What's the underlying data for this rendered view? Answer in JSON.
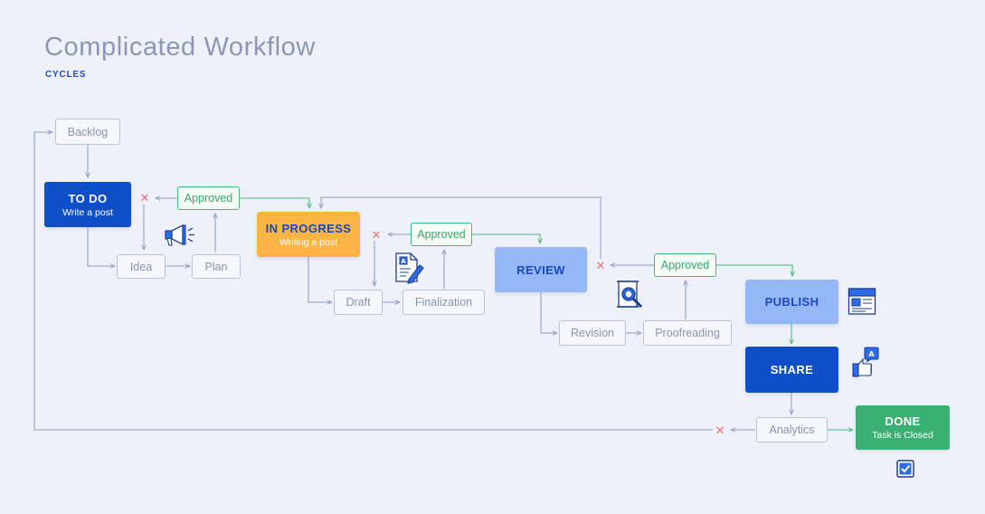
{
  "header": {
    "title": "Complicated Workflow",
    "subtitle": "CYCLES"
  },
  "stages": {
    "todo": {
      "label": "TO DO",
      "sublabel": "Write a post"
    },
    "in_progress": {
      "label": "IN PROGRESS",
      "sublabel": "Writing a post"
    },
    "review": {
      "label": "REVIEW"
    },
    "publish": {
      "label": "PUBLISH"
    },
    "share": {
      "label": "SHARE"
    },
    "done": {
      "label": "DONE",
      "sublabel": "Task is Closed"
    }
  },
  "steps": {
    "backlog": "Backlog",
    "idea": "Idea",
    "plan": "Plan",
    "draft": "Draft",
    "finalization": "Finalization",
    "revision": "Revision",
    "proofreading": "Proofreading",
    "analytics": "Analytics"
  },
  "approvals": {
    "approved_1": "Approved",
    "approved_2": "Approved",
    "approved_3": "Approved"
  },
  "reject_symbol": "✕",
  "icons": {
    "plan_icon": "megaphone-icon",
    "draft_icon": "document-edit-icon",
    "review_icon": "magnifier-document-icon",
    "publish_icon": "newspost-icon",
    "share_icon": "thumbs-up-icon",
    "done_icon": "checkbox-checked-icon"
  },
  "colors": {
    "background": "#eef1f9",
    "title": "#8c97b5",
    "accent_blue": "#0e4fc9",
    "light_blue": "#96b7f7",
    "orange": "#fcb545",
    "green": "#3bb073",
    "reject_red": "#ee6f6f",
    "connector": "#8f9bbf"
  }
}
